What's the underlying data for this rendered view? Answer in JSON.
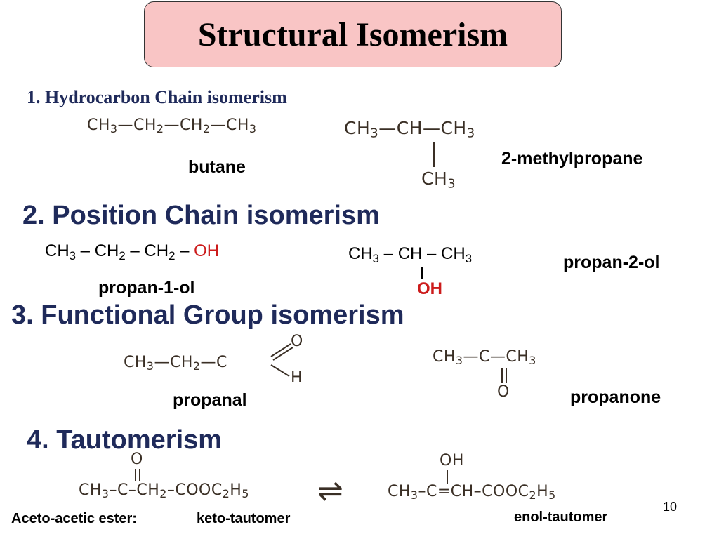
{
  "title": "Structural Isomerism",
  "section1": {
    "heading": "1. Hydrocarbon Chain isomerism",
    "butane": {
      "formula": [
        "CH",
        "3",
        "—CH",
        "2",
        "—CH",
        "2",
        "—CH",
        "3"
      ],
      "name": "butane"
    },
    "methylpropane": {
      "main": [
        "CH",
        "3",
        "—CH—CH",
        "3"
      ],
      "branch": [
        "CH",
        "3"
      ],
      "name": "2-methylpropane"
    }
  },
  "section2": {
    "heading": "2. Position Chain isomerism",
    "propan1ol": {
      "formula": [
        "CH",
        "3",
        " – CH",
        "2",
        " – CH",
        "2",
        " – ",
        "OH"
      ],
      "name": "propan-1-ol"
    },
    "propan2ol": {
      "main": [
        "CH",
        "3",
        " – CH – CH",
        "3"
      ],
      "branch": "OH",
      "name": "propan-2-ol"
    }
  },
  "section3": {
    "heading": "3. Functional Group isomerism",
    "propanal": {
      "formula": [
        "CH",
        "3",
        "—CH",
        "2",
        "—C"
      ],
      "o": "O",
      "h": "H",
      "name": "propanal"
    },
    "propanone": {
      "formula": [
        "CH",
        "3",
        "—C—CH",
        "3"
      ],
      "o": "O",
      "name": "propanone"
    }
  },
  "section4": {
    "heading": "4. Tautomerism",
    "keto": {
      "formula": [
        "CH",
        "3",
        "–C–CH",
        "2",
        "–COOC",
        "2",
        "H",
        "5"
      ],
      "o": "O"
    },
    "enol": {
      "formula": [
        "CH",
        "3",
        "–C=CH–COOC",
        "2",
        "H",
        "5"
      ],
      "oh": "OH"
    },
    "arrow": "⇌",
    "label_ester": "Aceto-acetic ester:",
    "label_keto": "keto-tautomer",
    "label_enol": "enol-tautomer"
  },
  "page_number": "10",
  "colors": {
    "title_bg": "#f9c5c5",
    "heading": "#1f2a5a",
    "red": "#cc1b1b"
  }
}
